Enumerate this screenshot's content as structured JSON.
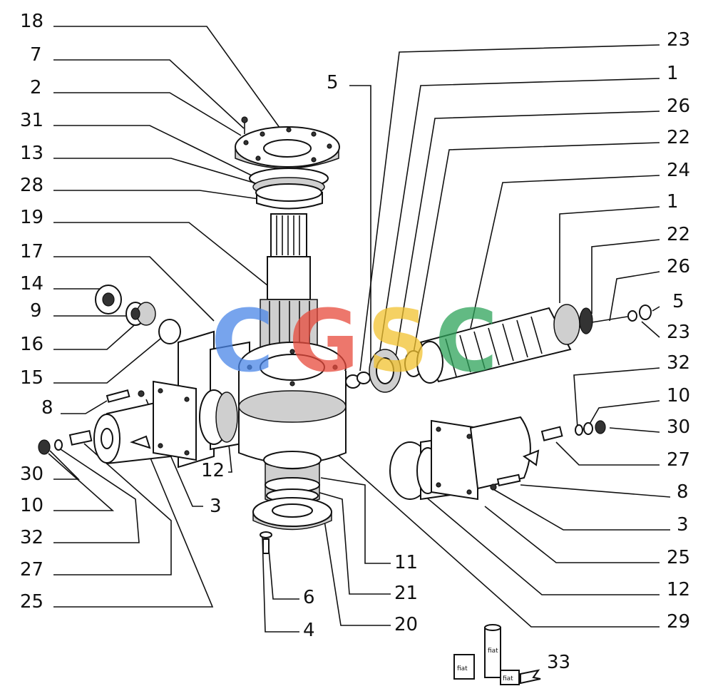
{
  "diagram": {
    "callouts_left": [
      "18",
      "7",
      "2",
      "31",
      "13",
      "28",
      "19",
      "17",
      "14",
      "9",
      "16",
      "15",
      "8",
      "30",
      "10",
      "32",
      "27",
      "25"
    ],
    "callouts_right": [
      "23",
      "1",
      "26",
      "22",
      "24",
      "1",
      "22",
      "26",
      "5",
      "23",
      "32",
      "10",
      "30",
      "27",
      "8",
      "3",
      "25",
      "12",
      "29"
    ],
    "callouts_top_center": [
      "5"
    ],
    "callouts_center": [
      "12",
      "3"
    ],
    "callouts_bottom": [
      "6",
      "4",
      "11",
      "21",
      "20",
      "33"
    ],
    "package_labels": [
      "fiat",
      "fiat",
      "fiat"
    ]
  },
  "watermark": {
    "letters": [
      "C",
      "G",
      "S",
      "C"
    ],
    "colors": [
      "#4a86e8",
      "#e84a3c",
      "#f2c230",
      "#2ea35a"
    ]
  }
}
